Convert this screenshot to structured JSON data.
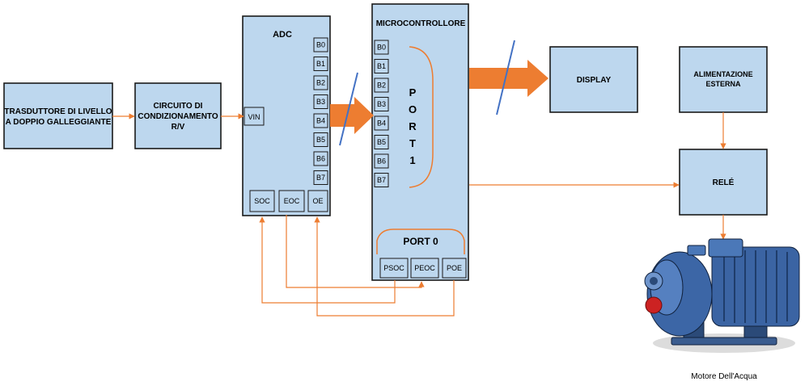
{
  "blocks": {
    "transducer": [
      "TRASDUTTORE DI LIVELLO",
      "A DOPPIO GALLEGGIANTE"
    ],
    "conditioning": [
      "CIRCUITO DI",
      "CONDIZIONAMENTO",
      "R/V"
    ],
    "adc": {
      "title": "ADC",
      "vin": "VIN",
      "outputs": [
        "B0",
        "B1",
        "B2",
        "B3",
        "B4",
        "B5",
        "B6",
        "B7"
      ],
      "controls": [
        "SOC",
        "EOC",
        "OE"
      ]
    },
    "mcu": {
      "title": "MICROCONTROLLORE",
      "inputs": [
        "B0",
        "B1",
        "B2",
        "B3",
        "B4",
        "B5",
        "B6",
        "B7"
      ],
      "port1_letters": [
        "P",
        "O",
        "R",
        "T",
        "1"
      ],
      "port0": "PORT 0",
      "port0_pins": [
        "PSOC",
        "PEOC",
        "POE"
      ]
    },
    "display": "DISPLAY",
    "power": [
      "ALIMENTAZIONE",
      "ESTERNA"
    ],
    "relay": "RELÉ"
  },
  "motor_caption": "Motore Dell'Acqua",
  "colors": {
    "block_fill": "#bdd7ee",
    "connection": "#ed7d31",
    "bus_slash": "#4472c4"
  }
}
